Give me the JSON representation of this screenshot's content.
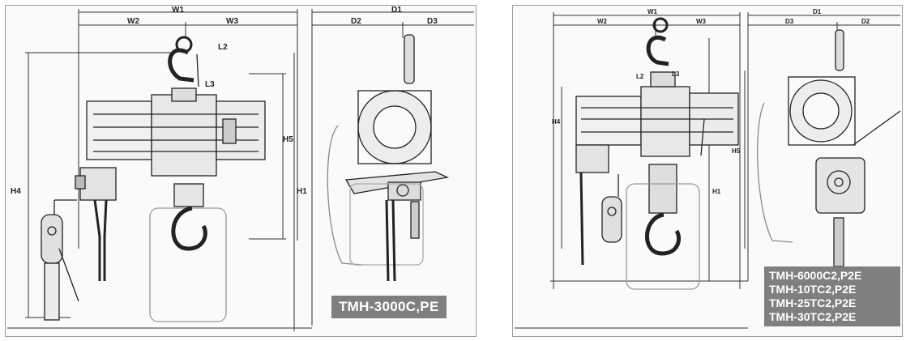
{
  "left_drawing": {
    "dimensions": {
      "w1": "W1",
      "w2": "W2",
      "w3": "W3",
      "d1": "D1",
      "d2": "D2",
      "d3": "D3",
      "h1": "H1",
      "h4": "H4",
      "h5": "H5",
      "l2": "L2",
      "l3": "L3"
    },
    "model_label": "TMH-3000C,PE"
  },
  "right_drawing": {
    "dimensions": {
      "w1": "W1",
      "w2": "W2",
      "w3": "W3",
      "d1": "D1",
      "d2": "D2",
      "d3": "D3",
      "h1": "H1",
      "h4": "H4",
      "h5": "H5",
      "l2": "L2",
      "l3": "L3"
    },
    "model_labels": [
      "TMH-6000C2,P2E",
      "TMH-10TC2,P2E",
      "TMH-25TC2,P2E",
      "TMH-30TC2,P2E"
    ]
  }
}
